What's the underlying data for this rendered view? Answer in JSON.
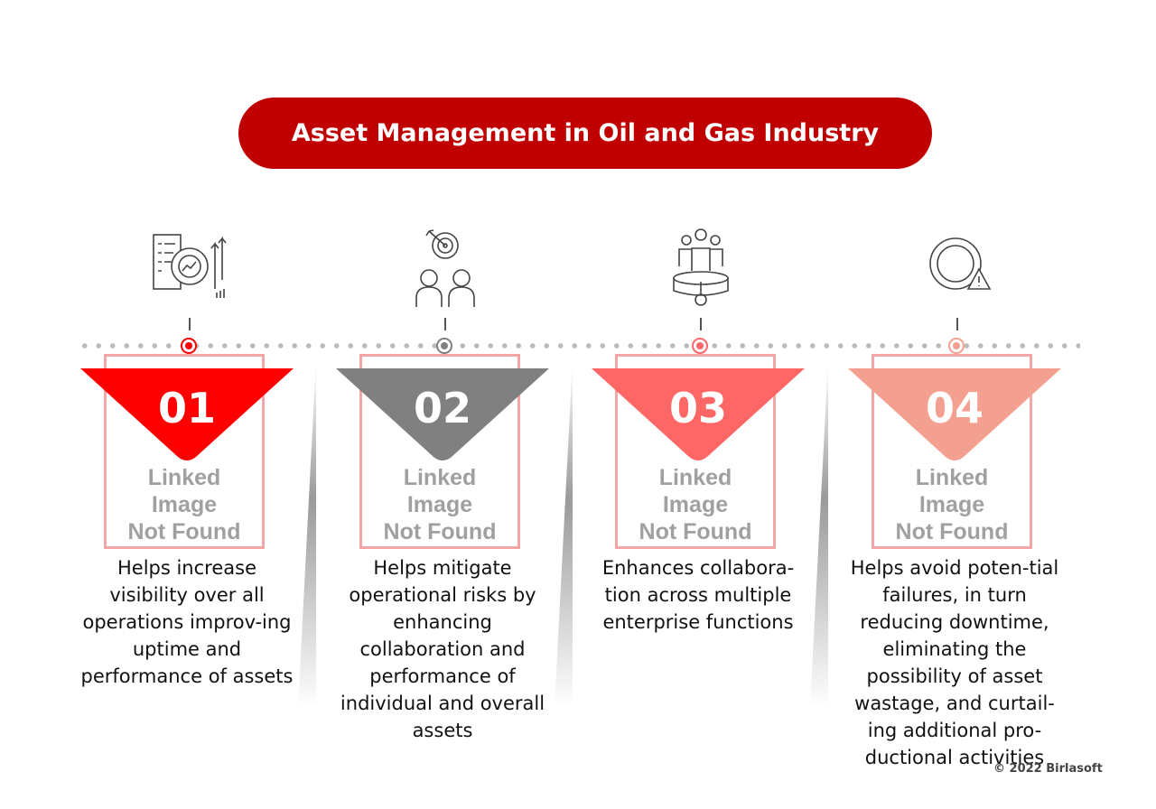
{
  "title": "Asset Management in Oil and Gas Industry",
  "placeholder": {
    "l1": "Linked",
    "l2": "Image",
    "l3": "Not Found"
  },
  "items": [
    {
      "num": "01",
      "color": "#ff0000",
      "icon": "gear-analytics-icon",
      "text": "Helps increase visibility over all operations improv-ing uptime and performance of assets"
    },
    {
      "num": "02",
      "color": "#808080",
      "icon": "target-team-icon",
      "text": "Helps mitigate operational risks by enhancing collaboration and performance of individual and overall assets"
    },
    {
      "num": "03",
      "color": "#ff6666",
      "icon": "team-collaboration-icon",
      "text": "Enhances collabora-tion across multiple enterprise functions"
    },
    {
      "num": "04",
      "color": "#f4a090",
      "icon": "gear-warning-icon",
      "text": "Helps avoid poten-tial failures, in turn reducing downtime, eliminating the possibility of asset wastage, and curtail-ing additional pro-ductional activities"
    }
  ],
  "copyright": "© 2022 Birlasoft"
}
